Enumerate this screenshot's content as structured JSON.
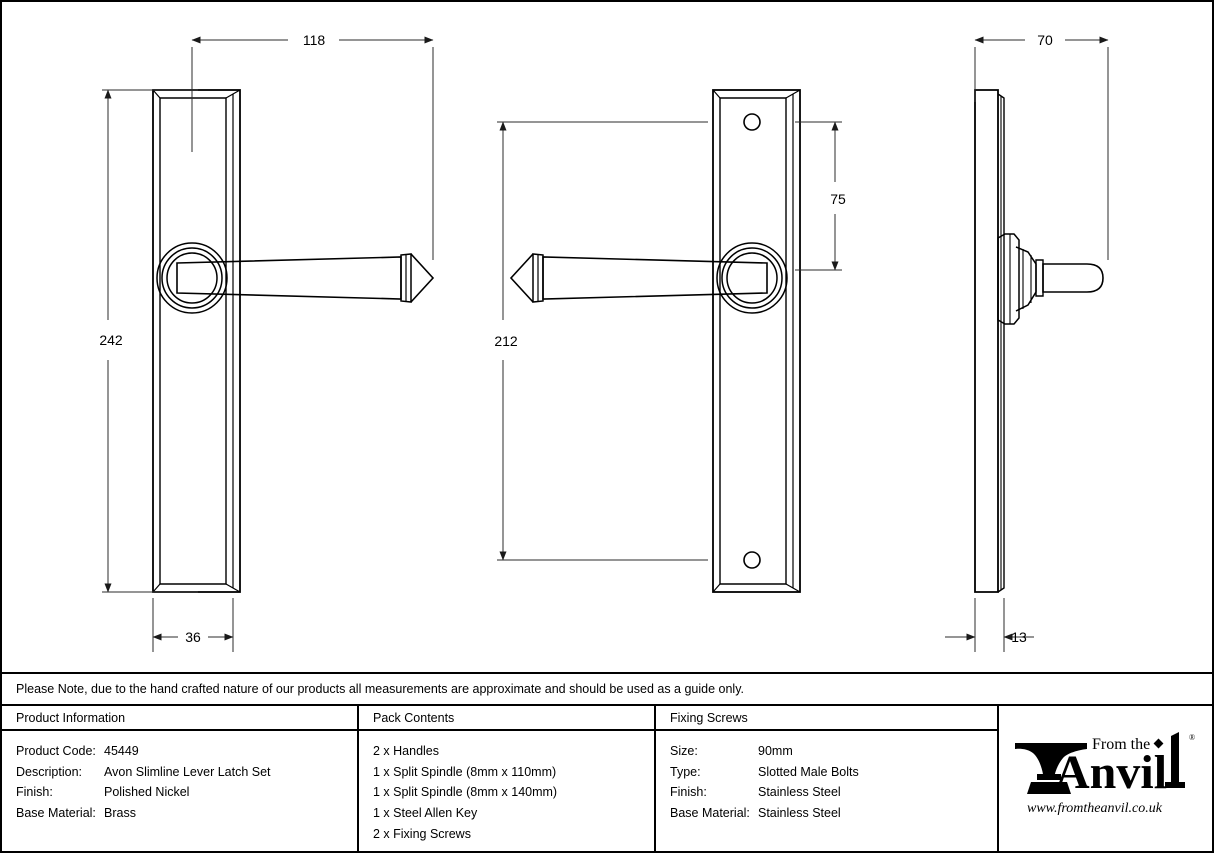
{
  "drawing": {
    "title": "Avon Slimline Lever Latch Set technical drawing",
    "views": [
      {
        "name": "front-view-lever-right",
        "dims": [
          "118",
          "242",
          "36"
        ]
      },
      {
        "name": "front-view-backplate-screw-holes",
        "dims": [
          "212",
          "75"
        ]
      },
      {
        "name": "side-view-profile",
        "dims": [
          "70",
          "13"
        ]
      }
    ],
    "dimensions": {
      "width_118": "118",
      "height_242": "242",
      "plate_width_36": "36",
      "height_212": "212",
      "hole_centre_75": "75",
      "projection_70": "70",
      "plate_thickness_13": "13"
    },
    "units_note": "mm"
  },
  "note": {
    "text": "Please Note, due to the hand crafted nature of our products all measurements are approximate and should be used as a guide only."
  },
  "table": {
    "product_information": {
      "heading": "Product Information",
      "rows": [
        {
          "label": "Product Code:",
          "value": "45449"
        },
        {
          "label": "Description:",
          "value": "Avon Slimline Lever Latch Set"
        },
        {
          "label": "Finish:",
          "value": "Polished Nickel"
        },
        {
          "label": "Base Material:",
          "value": "Brass"
        }
      ]
    },
    "pack_contents": {
      "heading": "Pack Contents",
      "items": [
        "2 x Handles",
        "1 x Split Spindle (8mm x 110mm)",
        "1 x Split Spindle (8mm x 140mm)",
        "1 x Steel Allen Key",
        "2 x Fixing Screws"
      ]
    },
    "fixing_screws": {
      "heading": "Fixing Screws",
      "rows": [
        {
          "label": "Size:",
          "value": "90mm"
        },
        {
          "label": "Type:",
          "value": "Slotted Male Bolts"
        },
        {
          "label": "Finish:",
          "value": "Stainless Steel"
        },
        {
          "label": "Base Material:",
          "value": "Stainless Steel"
        }
      ]
    }
  },
  "logo": {
    "line1": "From the",
    "word": "Anvil",
    "registered": "®",
    "url": "www.fromtheanvil.co.uk"
  },
  "colors": {
    "ink": "#000000",
    "paper": "#ffffff",
    "dim_line": "#2b2b2b"
  }
}
